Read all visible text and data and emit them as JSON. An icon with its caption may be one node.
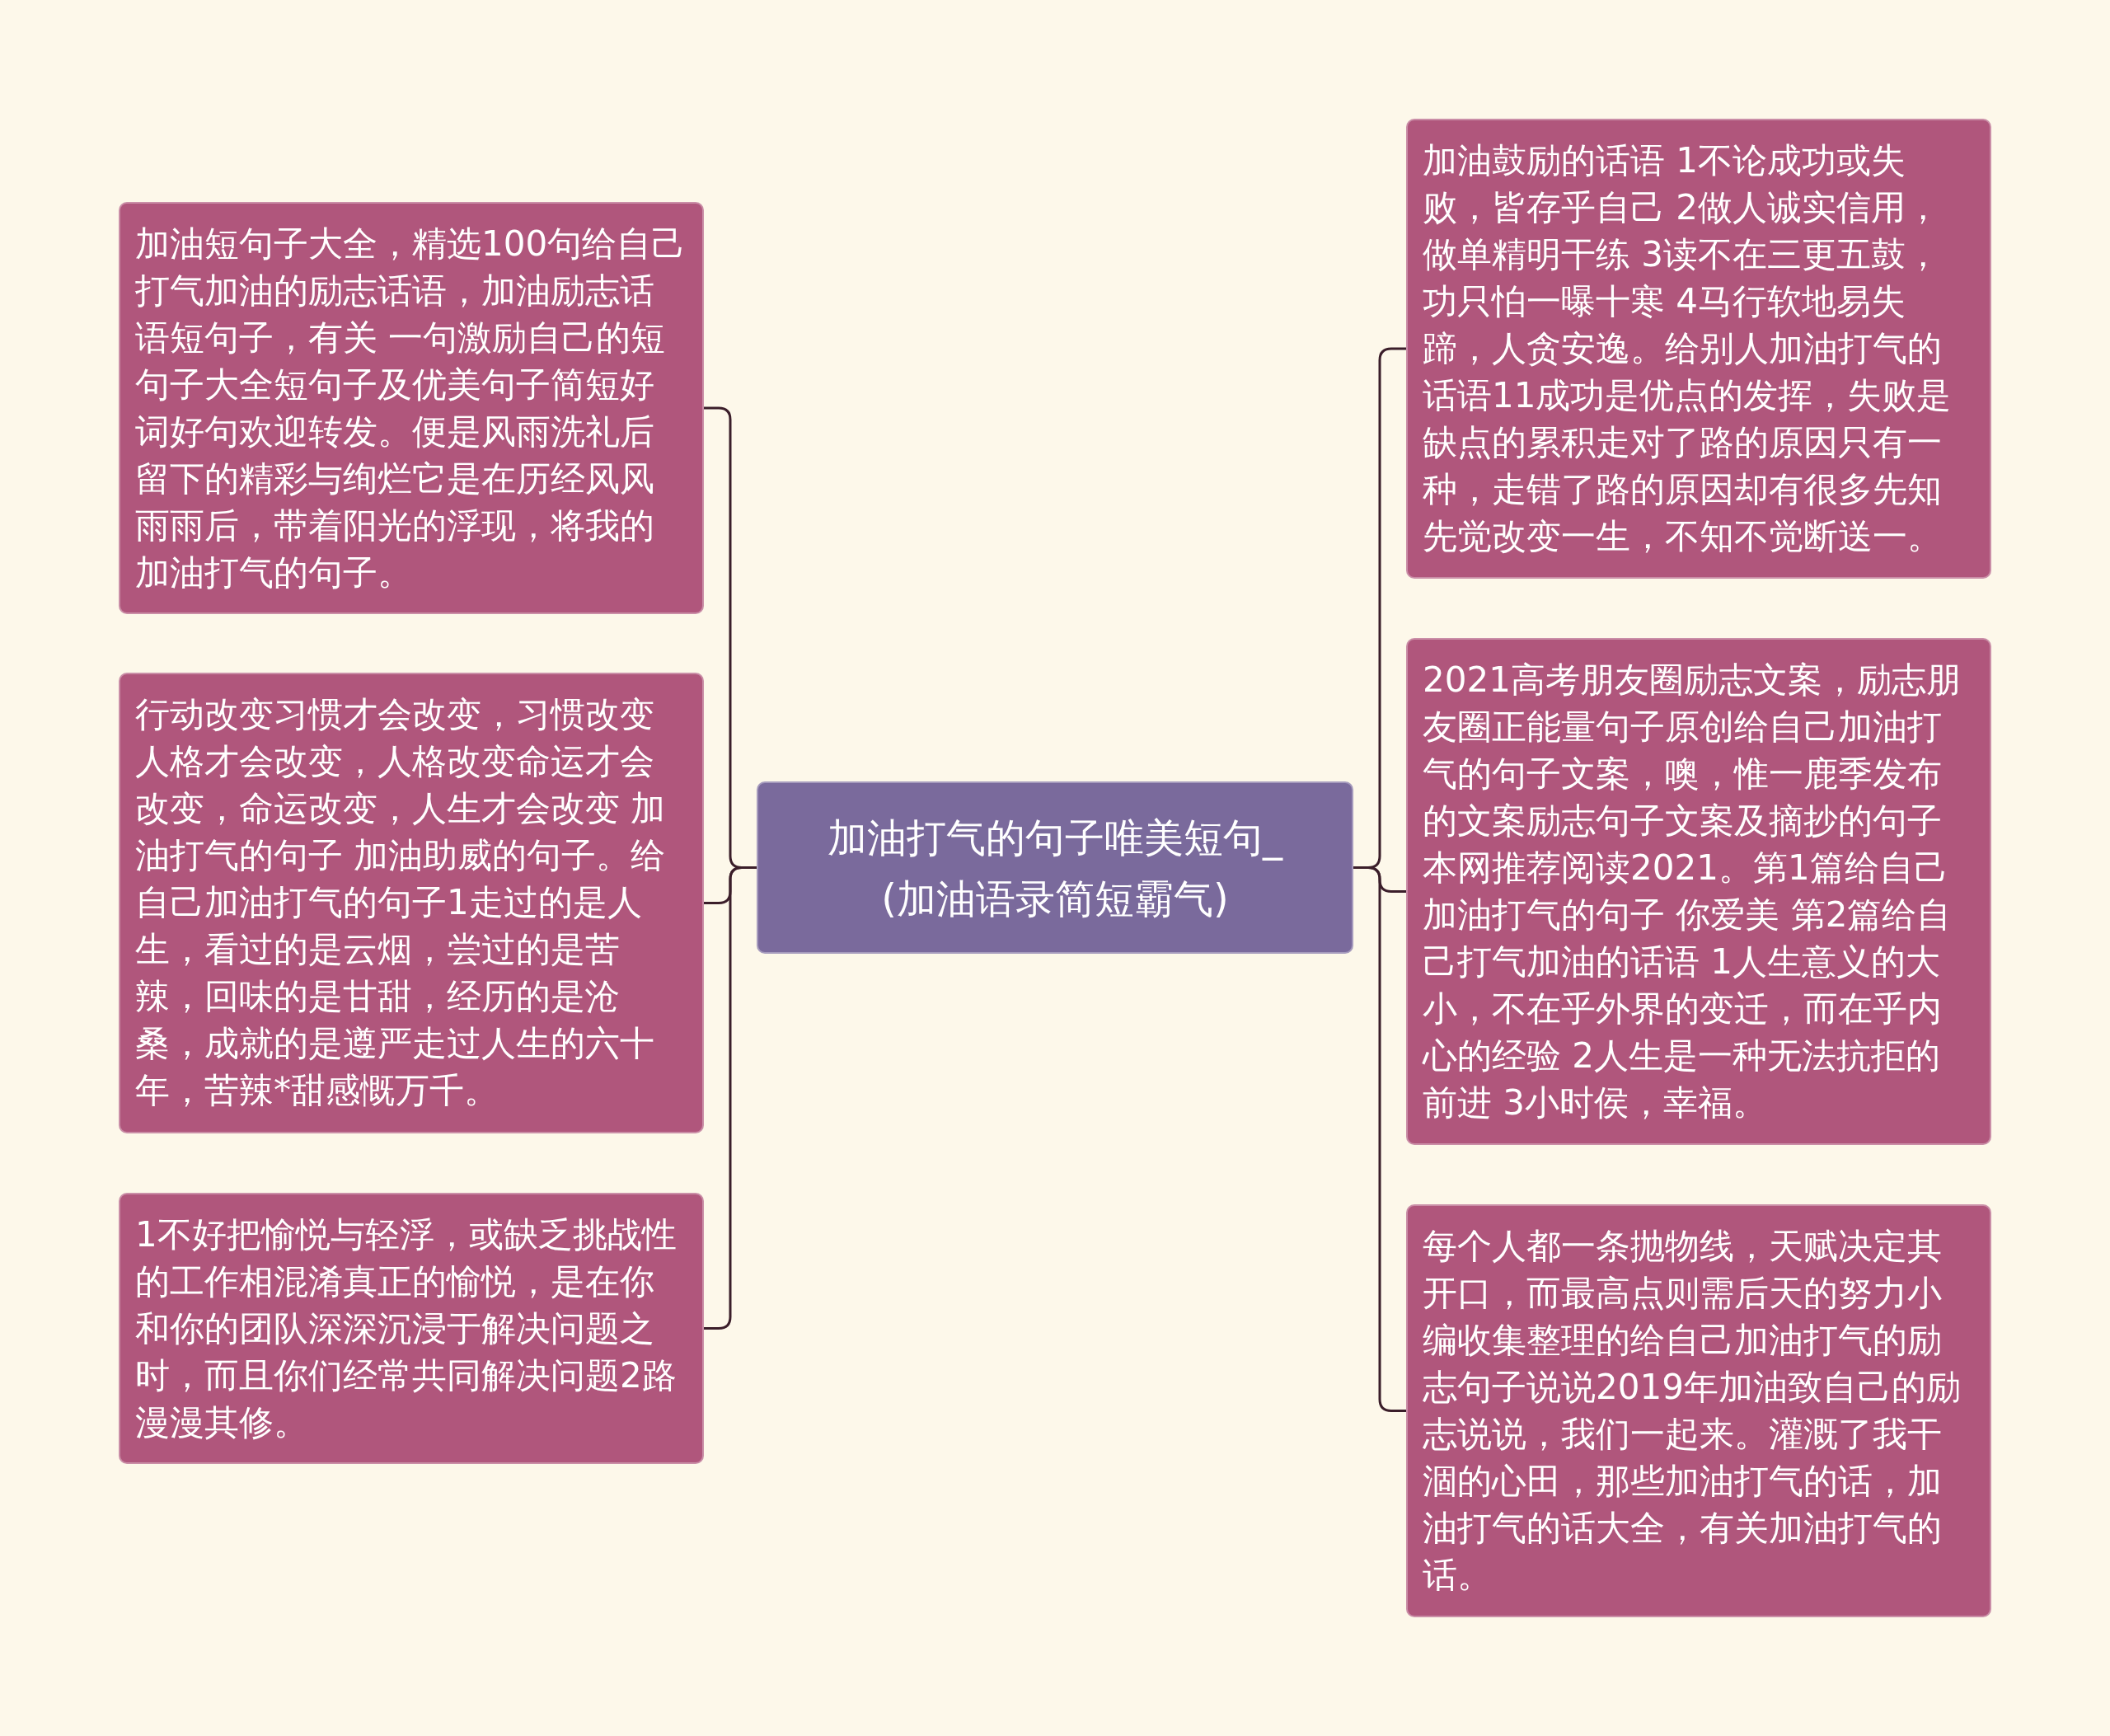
{
  "diagram": {
    "nodes": [
      {
        "text": [
          "加油打气的句子唯美短句_(加油语录简短霸气)"
        ]
      },
      {
        "text": [
          "加油短句子大全，精选100句给自己打气加油的励志话语，加油励志话语短句子，有关 一句激励自己的短句子大全短句子及优美句子简短好词好句欢迎转发。便是风雨洗礼后留下的精彩与绚烂它是在历经风风雨雨后，带着阳光的浮现，将我的加油打气的句子。"
        ]
      },
      {
        "text": [
          "行动改变习惯才会改变，习惯改变人格才会改变，人格改变命运才会改变，命运改变，人生才会改变 加油打气的句子 加油助威的句子。给自己加油打气的句子1走过的是人生，看过的是云烟，尝过的是苦辣，回味的是甘甜，经历的是沧桑，成就的是遵严走过人生的六十年，苦辣*甜感慨万千。"
        ]
      },
      {
        "text": [
          "1不好把愉悦与轻浮，或缺乏挑战性的工作相混淆真正的愉悦，是在你和你的团队深深沉浸于解决问题之时，而且你们经常共同解决问题2路漫漫其修。"
        ]
      },
      {
        "text": [
          "加油鼓励的话语 1不论成功或失败，皆存乎自己 2做人诚实信用，做单精明干练 3读不在三更五鼓，功只怕一曝十寒 4马行软地易失蹄，人贪安逸。给别人加油打气的话语11成功是优点的发挥，失败是缺点的累积走对了路的原因只有一种，走错了路的原因却有很多先知先觉改变一生，不知不觉断送一。"
        ]
      },
      {
        "text": [
          "2021高考朋友圈励志文案，励志朋友圈正能量句子原创给自己加油打气的句子文案，噢，惟一鹿季发布的文案励志句子文案及摘抄的句子本网推荐阅读2021。第1篇给自己加油打气的句子 你爱美 第2篇给自己打气加油的话语 1人生意义的大小，不在乎外界的变迁，而在乎内心的经验 2人生是一种无法抗拒的前进 3小时侯，幸福。"
        ]
      },
      {
        "text": [
          "每个人都一条抛物线，天赋决定其开口，而最高点则需后天的努力小编收集整理的给自己加油打气的励志句子说说2019年加油致自己的励志说说，我们一起来。灌溉了我干涸的心田，那些加油打气的话，加油打气的话大全，有关加油打气的话。"
        ]
      }
    ],
    "edges": [
      {
        "from": 0,
        "to": 1,
        "arrow": "none"
      },
      {
        "from": 0,
        "to": 2,
        "arrow": "none"
      },
      {
        "from": 0,
        "to": 3,
        "arrow": "none"
      },
      {
        "from": 0,
        "to": 4,
        "arrow": "none"
      },
      {
        "from": 0,
        "to": 5,
        "arrow": "none"
      },
      {
        "from": 0,
        "to": 6,
        "arrow": "none"
      }
    ]
  }
}
